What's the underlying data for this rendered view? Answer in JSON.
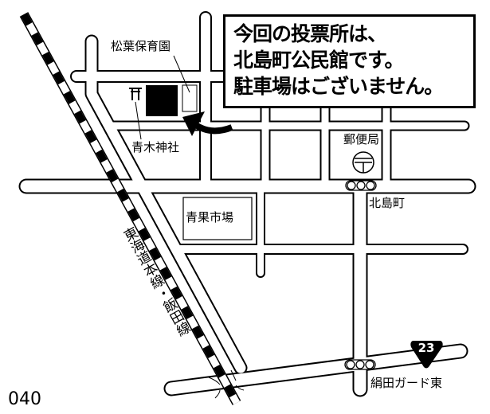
{
  "notice": {
    "lines": [
      "今回の投票所は、",
      "北島町公民館です。",
      "駐車場はございません。"
    ]
  },
  "labels": {
    "nursery": "松葉保育園",
    "shrine": "青木神社",
    "post_office": "郵便局",
    "market": "青果市場",
    "intersection_kitajima": "北島町",
    "intersection_kinuta": "絹田ガード東",
    "railway": "東海道本線・飯田線"
  },
  "route": {
    "number": "23"
  },
  "map_code": "040",
  "colors": {
    "ink": "#000000",
    "paper": "#ffffff"
  }
}
